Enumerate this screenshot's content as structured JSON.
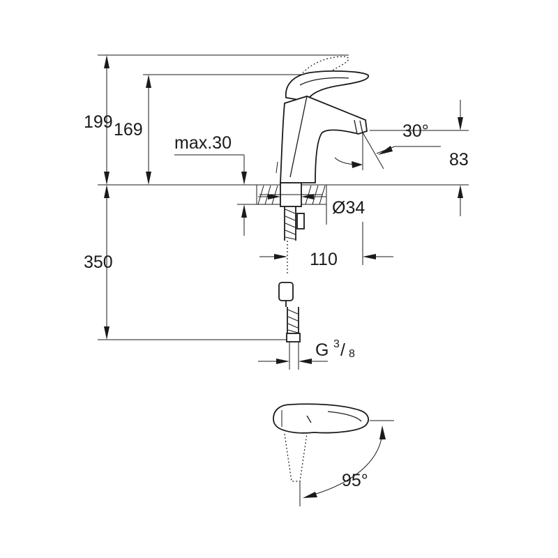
{
  "dimensions": {
    "total_height": "199",
    "spout_height": "169",
    "max_deck_thickness": "max.30",
    "spout_angle": "30°",
    "spout_clearance": "83",
    "hole_diameter": "Ø34",
    "spout_reach": "110",
    "hose_length": "350",
    "connection_thread_prefix": "G",
    "connection_thread_numerator": "3",
    "connection_thread_denominator": "8",
    "handle_rotation": "95°"
  }
}
